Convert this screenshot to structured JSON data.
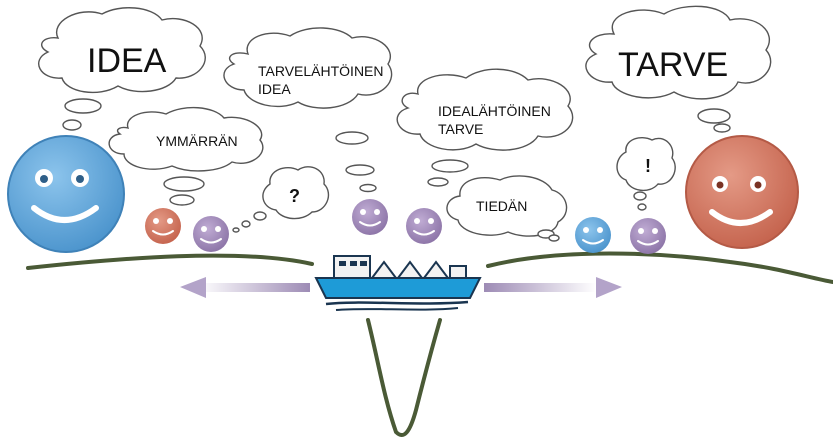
{
  "bubbles": {
    "idea": "IDEA",
    "tarve": "TARVE",
    "tarvelahtoinen_line1": "TARVELÄHTÖINEN",
    "tarvelahtoinen_line2": "IDEA",
    "idealahtoinen_line1": "IDEALÄHTÖINEN",
    "idealahtoinen_line2": "TARVE",
    "ymmarran": "YMMÄRRÄN",
    "tiedan": "TIEDÄN",
    "question": "?",
    "exclamation": "!"
  },
  "colors": {
    "blue_face": "#5ea4d8",
    "orange_face": "#d27a66",
    "purple_face": "#a28ab9",
    "ground_line": "#4a5a36",
    "arrow": "#9d8bb5",
    "ship_hull": "#1e9bd7",
    "bubble_stroke": "#555555"
  }
}
